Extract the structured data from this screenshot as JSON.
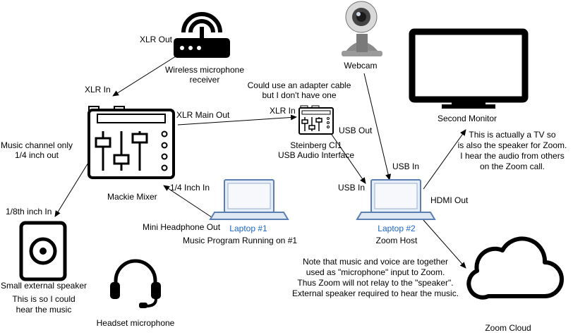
{
  "colors": {
    "line": "#000000",
    "laptop_blue": "#1a66c9",
    "laptop_screen": "#5b7fb0"
  },
  "nodes": {
    "receiver": {
      "icon": "wireless-router-icon",
      "label_line1": "Wireless microphone",
      "label_line2": "receiver",
      "port_out": "XLR Out"
    },
    "webcam": {
      "icon": "webcam-icon",
      "label": "Webcam"
    },
    "monitor": {
      "icon": "monitor-icon",
      "label": "Second Monitor"
    },
    "mixer": {
      "icon": "mixer-icon",
      "label": "Mackie Mixer",
      "port_xlr_in": "XLR In",
      "port_main_out": "XLR Main Out",
      "port_line_in": "1/4 Inch In"
    },
    "interface": {
      "icon": "audio-interface-icon",
      "label_line1": "Steinberg CI1",
      "label_line2": "USB Audio Interface",
      "port_xlr_in": "XLR In",
      "port_usb_out": "USB Out"
    },
    "laptop1": {
      "icon": "laptop-icon",
      "label": "Laptop #1",
      "sublabel": "Music Program Running on #1",
      "port_out": "Mini Headphone Out"
    },
    "laptop2": {
      "icon": "laptop-icon",
      "label": "Laptop #2",
      "sublabel": "Zoom Host",
      "port_usb_in_top": "USB In",
      "port_usb_in_left": "USB In",
      "port_hdmi_out": "HDMI Out"
    },
    "speaker": {
      "icon": "speaker-icon",
      "label": "Small external speaker",
      "port_in": "1/8th inch In"
    },
    "headset": {
      "icon": "headset-icon",
      "label": "Headset microphone"
    },
    "cloud": {
      "icon": "cloud-icon",
      "label": "Zoom Cloud"
    }
  },
  "notes": {
    "adapter": [
      "Could use an adapter cable",
      "but I don't have one"
    ],
    "music_channel": [
      "Music channel only",
      "1/4 inch out"
    ],
    "speaker_reason": [
      "This is so I could",
      "hear the music"
    ],
    "tv": [
      "This is actually a TV so",
      "is also the speaker for Zoom.",
      "I hear the audio from others",
      "on the Zoom call."
    ],
    "zoom": [
      "Note that music and voice are together",
      "used as \"microphone\" input to Zoom.",
      "Thus Zoom will not relay to the \"speaker\".",
      "External speaker required to hear the music."
    ]
  }
}
